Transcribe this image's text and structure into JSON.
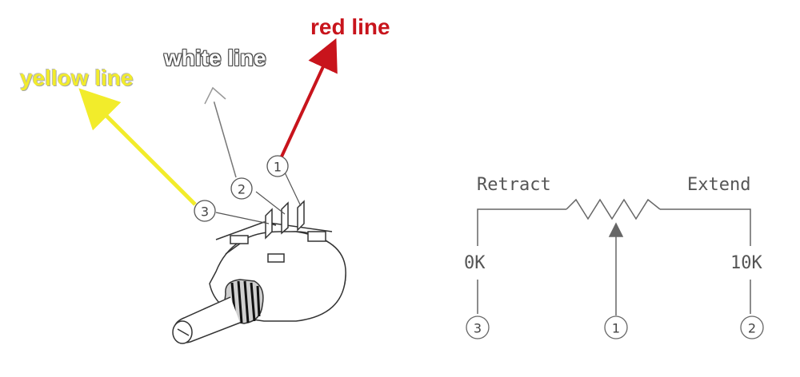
{
  "callouts": {
    "red": {
      "label": "red line",
      "color": "#c8141c"
    },
    "white": {
      "label": "white line",
      "color": "#ffffff"
    },
    "yellow": {
      "label": "yellow line",
      "color": "#f2ec2b"
    }
  },
  "pot_pins": [
    "1",
    "2",
    "3"
  ],
  "schematic": {
    "left_label": "Retract",
    "right_label": "Extend",
    "left_value": "0K",
    "right_value": "10K",
    "left_pin": "3",
    "wiper_pin": "1",
    "right_pin": "2"
  }
}
